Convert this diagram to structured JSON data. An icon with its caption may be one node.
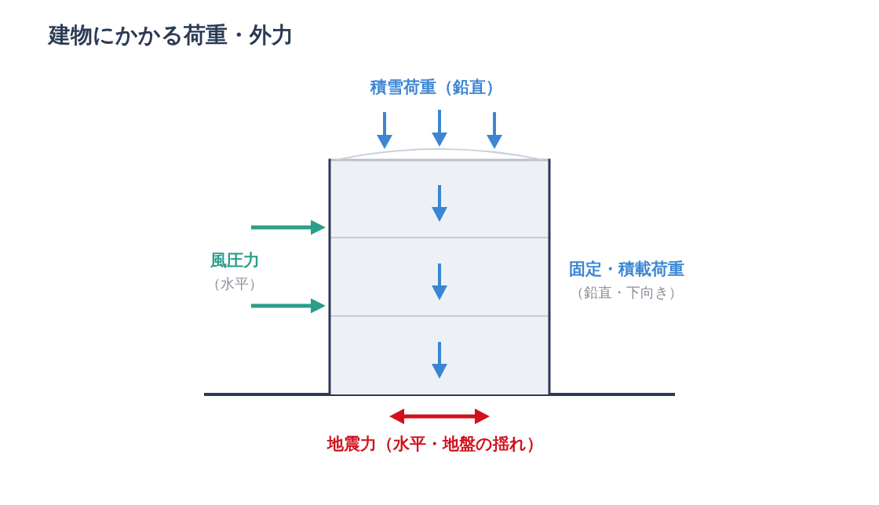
{
  "diagram": {
    "title": "建物にかかる荷重・外力",
    "labels": [
      "積雪荷重（鉛直）",
      "風圧力",
      "（水平）",
      "固定・積載荷重",
      "（鉛直・下向き）",
      "地震力（水平・地盤の揺れ）"
    ]
  }
}
